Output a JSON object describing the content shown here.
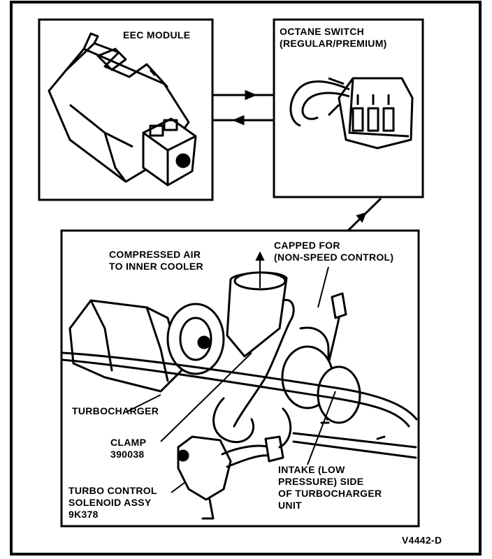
{
  "panels": {
    "eec": {
      "label": "EEC MODULE"
    },
    "octane": {
      "label_line1": "OCTANE SWITCH",
      "label_line2": "(REGULAR/PREMIUM)"
    },
    "engine": {
      "compressed_air_line1": "COMPRESSED AIR",
      "compressed_air_line2": "TO INNER COOLER",
      "capped_line1": "CAPPED FOR",
      "capped_line2": "(NON-SPEED CONTROL)",
      "turbocharger": "TURBOCHARGER",
      "clamp_line1": "CLAMP",
      "clamp_line2": "390038",
      "intake_line1": "INTAKE (LOW",
      "intake_line2": "PRESSURE) SIDE",
      "intake_line3": "OF TURBOCHARGER",
      "intake_line4": "UNIT",
      "solenoid_line1": "TURBO CONTROL",
      "solenoid_line2": "SOLENOID ASSY",
      "solenoid_line3": "9K378"
    }
  },
  "figure_code": "V4442-D"
}
